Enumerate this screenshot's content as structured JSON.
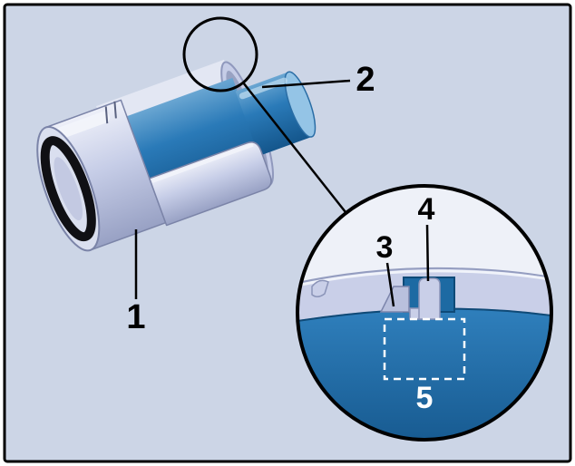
{
  "figure": {
    "background": "#ccd5e6",
    "border": "#000000",
    "callouts": {
      "label_1": "1",
      "label_2": "2",
      "label_3": "3",
      "label_4": "4",
      "label_5": "5"
    },
    "colors": {
      "sleeve_lavender": "#c6cde7",
      "pipe_blue": "#2274b2",
      "oring_black": "#101014",
      "detail_light": "#eef1f8",
      "callout_line": "#000000",
      "label_dark": "#000000",
      "label_light": "#ffffff",
      "dashed_box": "#ffffff"
    }
  }
}
